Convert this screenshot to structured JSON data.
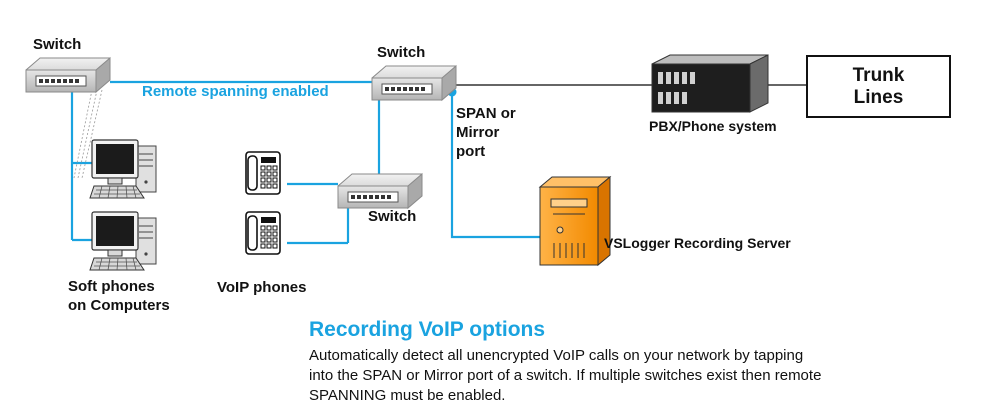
{
  "diagram": {
    "switch_left_label": "Switch",
    "switch_center_label": "Switch",
    "switch_small_label": "Switch",
    "remote_spanning_label": "Remote spanning enabled",
    "span_port_label": "SPAN or\nMirror\nport",
    "pbx_label": "PBX/Phone system",
    "trunk_lines_label": "Trunk\nLines",
    "recording_server_label": "VSLogger Recording Server",
    "soft_phones_label": "Soft phones\non Computers",
    "voip_phones_label": "VoIP phones"
  },
  "options": {
    "title": "Recording VoIP options",
    "body": "Automatically detect all unencrypted VoIP calls on your network by tapping into the SPAN or Mirror port of a switch. If multiple switches exist then remote SPANNING must be enabled."
  },
  "colors": {
    "connection_blue": "#1aa3e0",
    "server_orange": "#f7941d",
    "trunk_line_gray": "#666666"
  },
  "icons": [
    "switch-icon",
    "computer-icon",
    "phone-icon",
    "server-icon",
    "pbx-icon"
  ]
}
